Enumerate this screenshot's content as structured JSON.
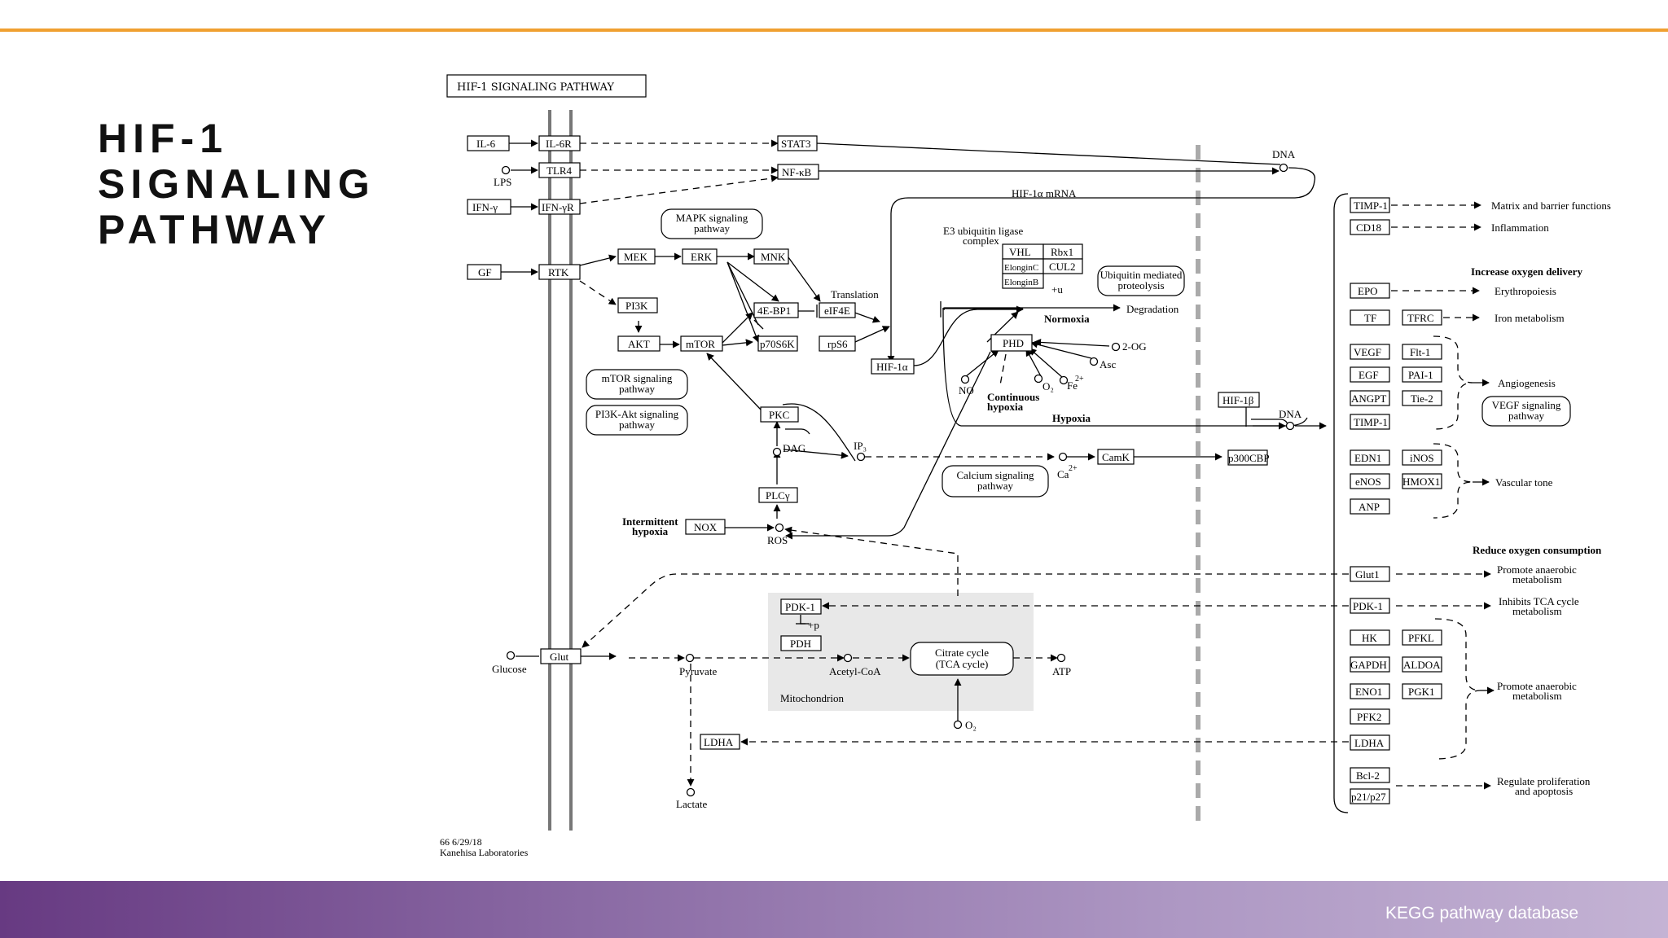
{
  "slide": {
    "title_lines": [
      "HIF-1",
      "SIGNALING",
      "PATHWAY"
    ],
    "footer": "KEGG pathway database",
    "accent_color": "#f0a030",
    "footer_gradient": [
      "#673a82",
      "#c4b3d4"
    ]
  },
  "diagram": {
    "title": "HIF-1 SIGNALING PATHWAY",
    "credit_date": "66 6/29/18",
    "credit_org": "Kanehisa Laboratories",
    "nodes": {
      "il6": "IL-6",
      "il6r": "IL-6R",
      "stat3": "STAT3",
      "tlr4": "TLR4",
      "nfkb": "NF-κB",
      "ifny": "IFN-γ",
      "ifnyr": "IFN-γR",
      "gf": "GF",
      "rtk": "RTK",
      "mek": "MEK",
      "erk": "ERK",
      "mnk": "MNK",
      "pi3k": "PI3K",
      "akt": "AKT",
      "mtor": "mTOR",
      "bp1": "4E-BP1",
      "eif4e": "eIF4E",
      "p70": "p70S6K",
      "rps6": "rpS6",
      "hif1a": "HIF-1α",
      "vhl": "VHL",
      "rbx1": "Rbx1",
      "elonginc": "ElonginC",
      "cul2": "CUL2",
      "elonginb": "ElonginB",
      "phd": "PHD",
      "pkc": "PKC",
      "plcy": "PLCγ",
      "nox": "NOX",
      "camk": "CamK",
      "p300": "p300CBP",
      "hif1b": "HIF-1β",
      "pdk1": "PDK-1",
      "pdh": "PDH",
      "glut": "Glut",
      "ldha": "LDHA",
      "timp1": "TIMP-1",
      "cd18": "CD18",
      "epo": "EPO",
      "tf": "TF",
      "tfrc": "TFRC",
      "vegf": "VEGF",
      "flt1": "Flt-1",
      "egf": "EGF",
      "pai1": "PAI-1",
      "angpt": "ANGPT",
      "tie2": "Tie-2",
      "timp1b": "TIMP-1",
      "edn1": "EDN1",
      "inos": "iNOS",
      "enos": "eNOS",
      "hmox1": "HMOX1",
      "anp": "ANP",
      "glut1": "Glut1",
      "pdk1r": "PDK-1",
      "hk": "HK",
      "pfkl": "PFKL",
      "gapdh": "GAPDH",
      "aldoa": "ALDOA",
      "eno1": "ENO1",
      "pgk1": "PGK1",
      "pfk2": "PFK2",
      "ldhar": "LDHA",
      "bcl2": "Bcl-2",
      "p21": "p21/p27"
    },
    "maps": {
      "mapk": [
        "MAPK signaling",
        "pathway"
      ],
      "mtorsig": [
        "mTOR signaling",
        "pathway"
      ],
      "pi3kakt": [
        "PI3K-Akt signaling",
        "pathway"
      ],
      "ubiq": [
        "Ubiquitin mediated",
        "proteolysis"
      ],
      "calcium": [
        "Calcium signaling",
        "pathway"
      ],
      "vegfsig": [
        "VEGF signaling",
        "pathway"
      ],
      "tca": [
        "Citrate cycle",
        "(TCA cycle)"
      ]
    },
    "labels": {
      "lps": "LPS",
      "dna1": "DNA",
      "dna2": "DNA",
      "hif1a_mrna": "HIF-1α mRNA",
      "e3": [
        "E3 ubiquitin ligase",
        "complex"
      ],
      "translation": "Translation",
      "degradation": "Degradation",
      "normoxia": "Normoxia",
      "plus_u": "+u",
      "og2": "2-OG",
      "asc": "Asc",
      "o2": "O₂",
      "fe": "Fe",
      "fe_charge": "2+",
      "no": "NO",
      "continuous": [
        "Continuous",
        "hypoxia"
      ],
      "hypoxia": "Hypoxia",
      "dag": "DAG",
      "ip3": "IP₃",
      "ca": "Ca",
      "ca_charge": "2+",
      "intermittent": [
        "Intermittent",
        "hypoxia"
      ],
      "ros": "ROS",
      "glucose": "Glucose",
      "pyruvate": "Pyruvate",
      "acetylcoa": "Acetyl-CoA",
      "atp": "ATP",
      "mitochondrion": "Mitochondrion",
      "o2b": "O₂",
      "plus_p": "+p",
      "lactate": "Lactate",
      "out_matrix": "Matrix and barrier functions",
      "out_inflam": "Inflammation",
      "hdr_oxygen": "Increase oxygen delivery",
      "out_erythro": "Erythropoiesis",
      "out_iron": "Iron metabolism",
      "out_angio": "Angiogenesis",
      "out_vascular": "Vascular tone",
      "hdr_reduce": "Reduce oxygen consumption",
      "out_anaerobic1": [
        "Promote anaerobic",
        "metabolism"
      ],
      "out_tca": [
        "Inhibits TCA cycle",
        "metabolism"
      ],
      "out_anaerobic2": [
        "Promote anaerobic",
        "metabolism"
      ],
      "out_prolif": [
        "Regulate proliferation",
        "and apoptosis"
      ]
    }
  }
}
